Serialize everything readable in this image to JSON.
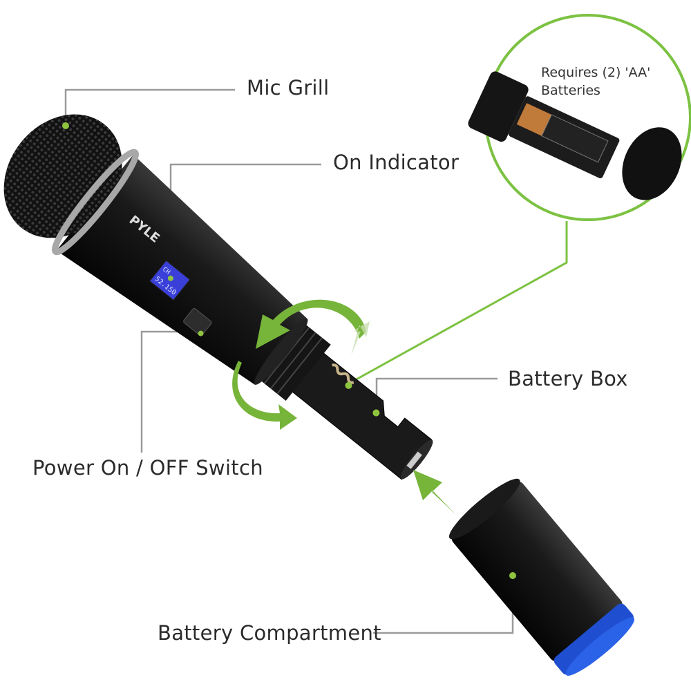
{
  "labels": {
    "mic_grill": "Mic  Grill",
    "on_indicator": "On Indicator",
    "power_switch": "Power On / OFF Switch",
    "battery_box": "Battery Box",
    "battery_compartment": "Battery Compartment"
  },
  "inset": {
    "line1": "Requires (2) 'AA'",
    "line2": "Batteries"
  },
  "product": {
    "brand_logo": "PYLE",
    "display_channel": "CH",
    "display_freq": "52.150"
  },
  "colors": {
    "accent_green": "#7cc242",
    "leader_gray": "#9a9a9a",
    "cap_blue": "#1f4fd0",
    "display_blue": "#3a3fd8"
  }
}
